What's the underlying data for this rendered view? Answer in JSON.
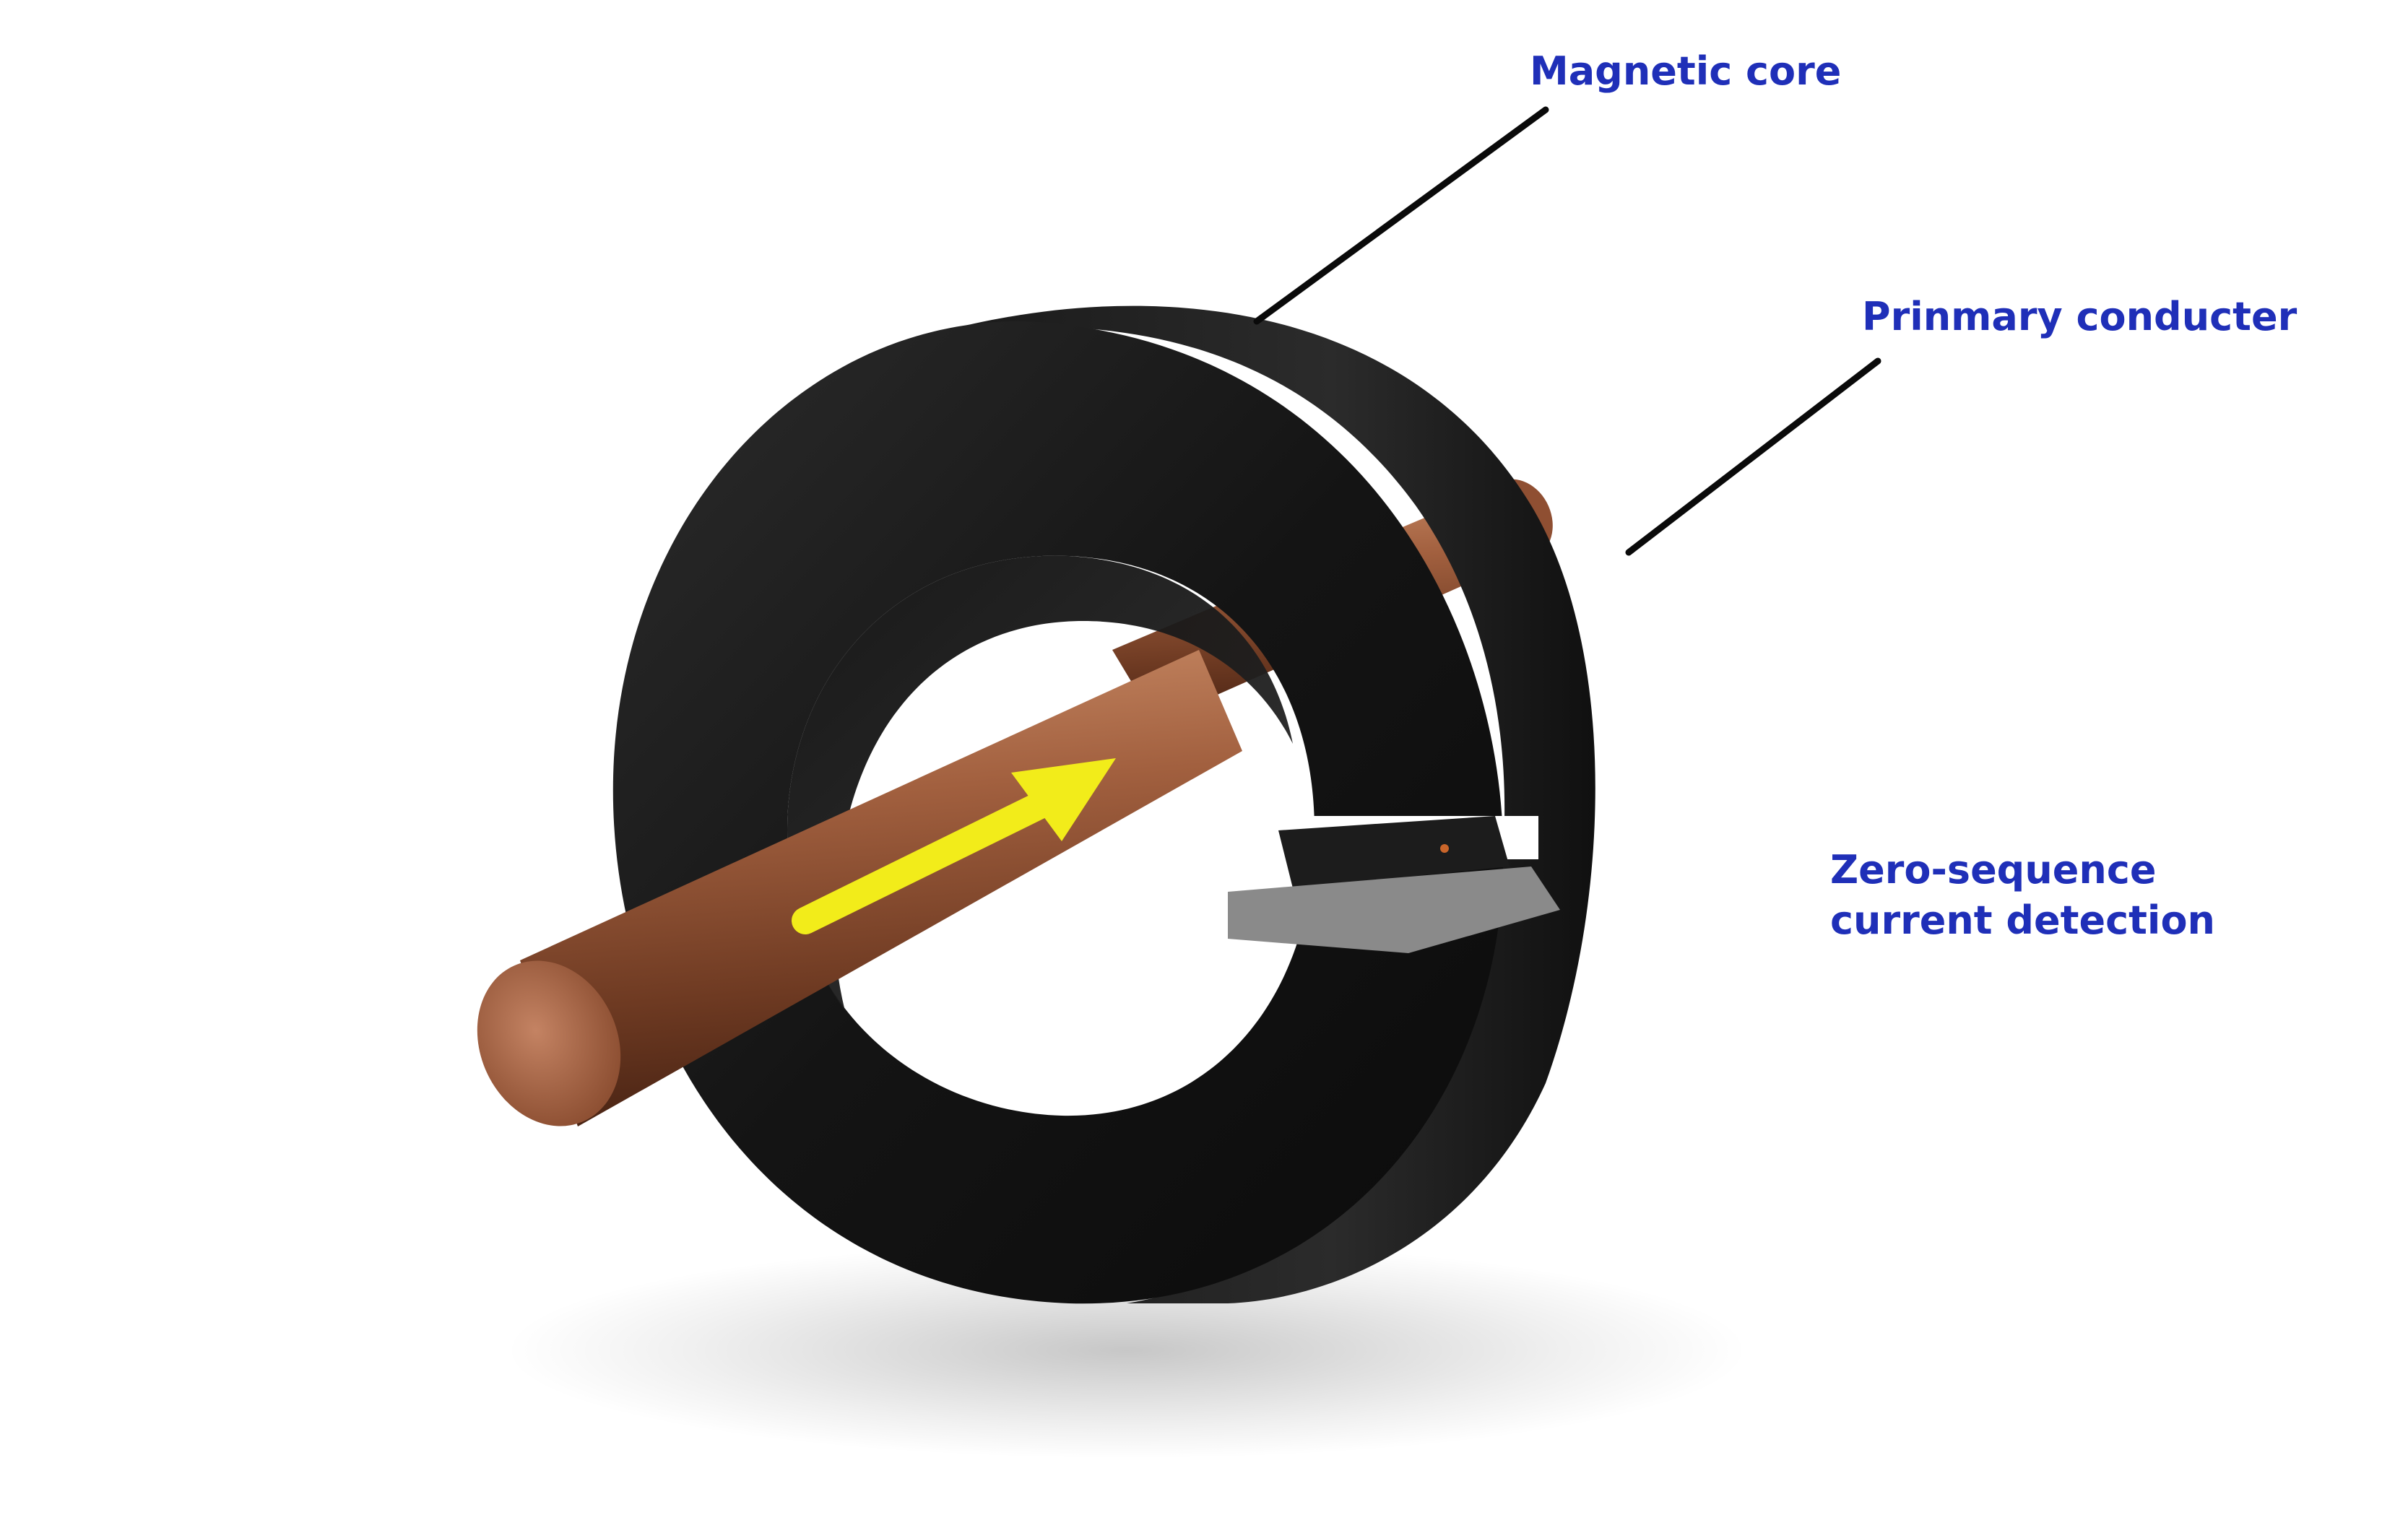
{
  "labels": {
    "magnetic_core": "Magnetic core",
    "primary_conductor": "Prinmary conducter",
    "zero_sequence_line1": "Zero-sequence",
    "zero_sequence_line2": "current detection"
  },
  "colors": {
    "background": "#ffffff",
    "label_text": "#1f2fb8",
    "leader_line": "#0a0a0a",
    "core": "#161616",
    "conductor": "#9a5a3c",
    "current_arrow": "#f2ec1a",
    "sensor": "#8a8a8a"
  },
  "icons": {
    "current_direction": "arrow-right-up-icon"
  }
}
